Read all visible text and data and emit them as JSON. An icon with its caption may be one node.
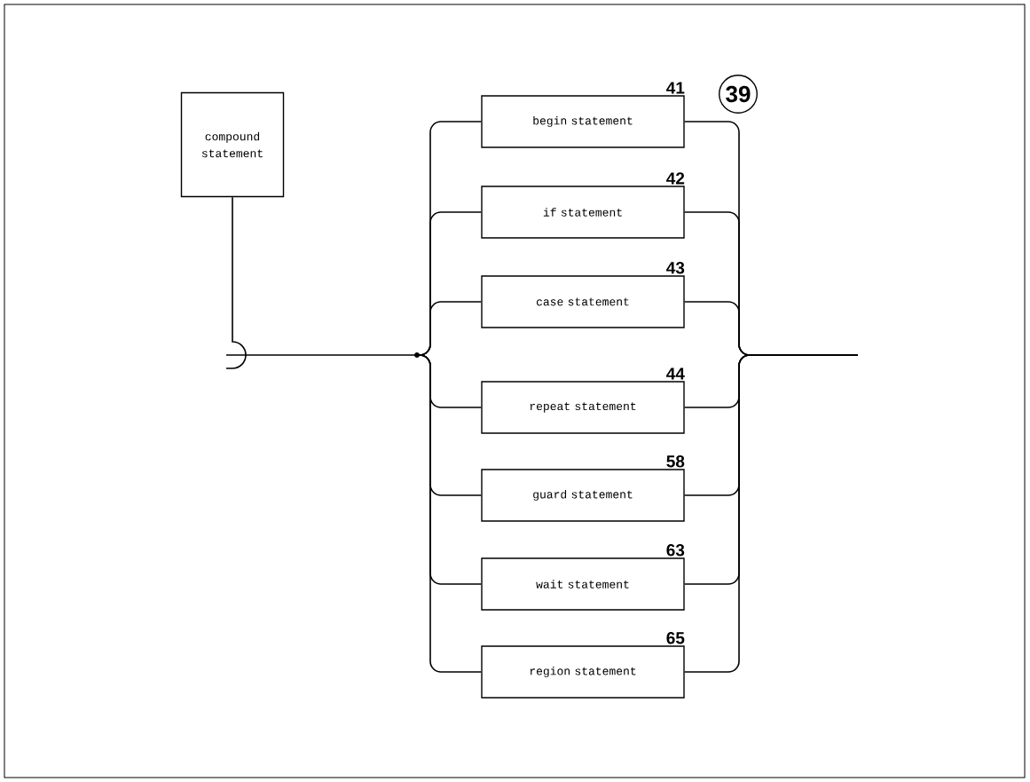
{
  "diagram": {
    "nodes": [
      {
        "text": [
          "compound statement"
        ]
      },
      {
        "text": [
          "begin statement"
        ],
        "beside": [
          "41"
        ]
      },
      {
        "text": [
          "if statement"
        ],
        "beside": [
          "42"
        ]
      },
      {
        "text": [
          "case statement"
        ],
        "beside": [
          "43"
        ]
      },
      {
        "text": [
          "repeat statement"
        ],
        "beside": [
          "44"
        ]
      },
      {
        "text": [
          "guard statement"
        ],
        "beside": [
          "58"
        ]
      },
      {
        "text": [
          "wait statement"
        ],
        "beside": [
          "63"
        ]
      },
      {
        "text": [
          "region statement"
        ],
        "beside": [
          "65"
        ]
      }
    ],
    "edges": [
      {
        "from": 0,
        "to": 1,
        "arrow": "none"
      },
      {
        "from": 0,
        "to": 2,
        "arrow": "none"
      },
      {
        "from": 0,
        "to": 3,
        "arrow": "none"
      },
      {
        "from": 0,
        "to": 4,
        "arrow": "none"
      },
      {
        "from": 0,
        "to": 5,
        "arrow": "none"
      },
      {
        "from": 0,
        "to": 6,
        "arrow": "none"
      },
      {
        "from": 0,
        "to": 7,
        "arrow": "none"
      },
      {
        "from": 1,
        "to": null,
        "arrow": "none"
      },
      {
        "from": 2,
        "to": null,
        "arrow": "none"
      },
      {
        "from": 3,
        "to": null,
        "arrow": "none"
      },
      {
        "from": 4,
        "to": null,
        "arrow": "none"
      },
      {
        "from": 5,
        "to": null,
        "arrow": "none"
      },
      {
        "from": 6,
        "to": null,
        "arrow": "none"
      },
      {
        "from": 7,
        "to": null,
        "arrow": "none"
      }
    ],
    "labels": [
      "39"
    ]
  }
}
